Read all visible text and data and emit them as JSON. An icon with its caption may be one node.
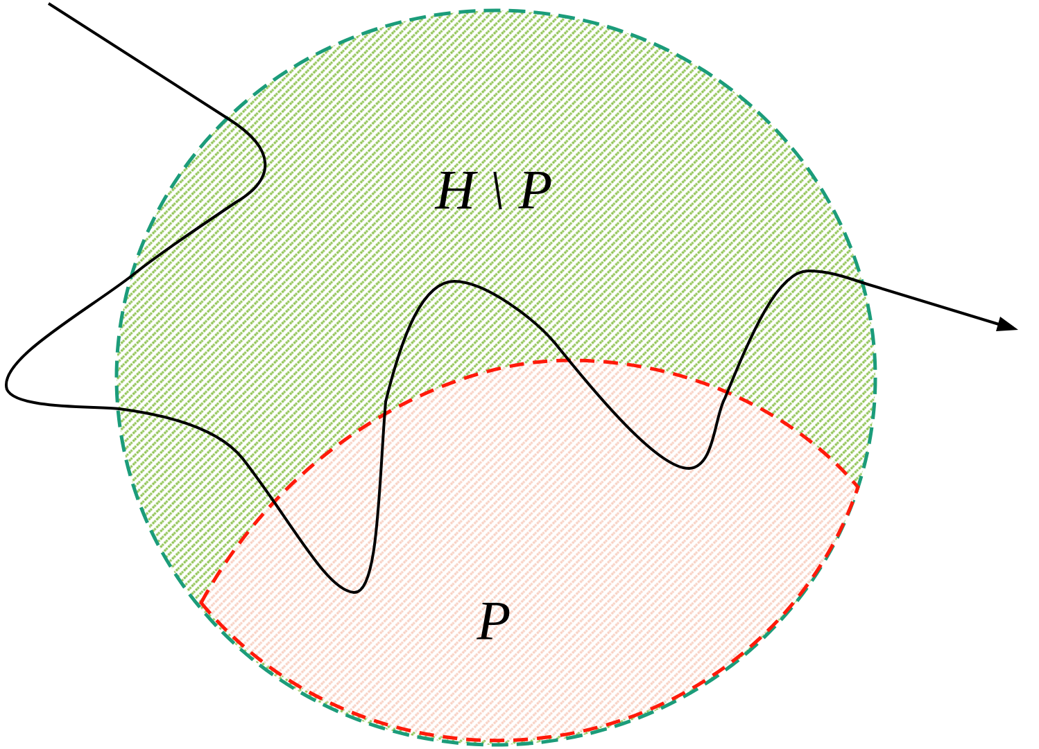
{
  "diagram": {
    "nodes": [
      {
        "text": [
          "H \\ P"
        ]
      },
      {
        "text": [
          "P"
        ],
        "in": 0
      }
    ]
  }
}
